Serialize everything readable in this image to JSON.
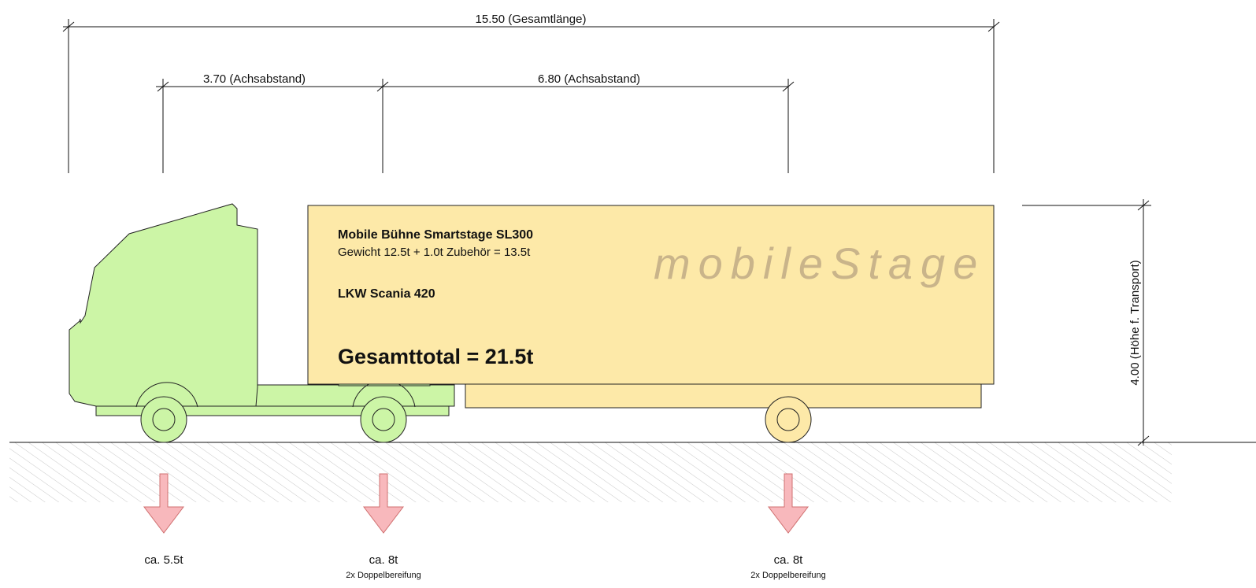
{
  "dimensions": {
    "total_length": "15.50 (Gesamtlänge)",
    "wheelbase_1": "3.70 (Achsabstand)",
    "wheelbase_2": "6.80 (Achsabstand)",
    "transport_height": "4.00 (Höhe f. Transport)"
  },
  "stage_box": {
    "title": "Mobile Bühne Smartstage SL300",
    "weight_line": "Gewicht 12.5t + 1.0t Zubehör = 13.5t",
    "truck": "LKW Scania 420",
    "brand": "mobileStage",
    "total": "Gesamttotal = 21.5t"
  },
  "axle_loads": [
    {
      "load": "ca. 5.5t",
      "note": ""
    },
    {
      "load": "ca. 8t",
      "note": "2x Doppelbereifung"
    },
    {
      "load": "ca. 8t",
      "note": "2x Doppelbereifung"
    }
  ],
  "colors": {
    "truck_fill": "#ccf5a6",
    "stage_fill": "#fde9a8",
    "arrow_fill": "#f8b8bc",
    "arrow_stroke": "#d07070",
    "ground_hatch": "#c8c8c8"
  }
}
